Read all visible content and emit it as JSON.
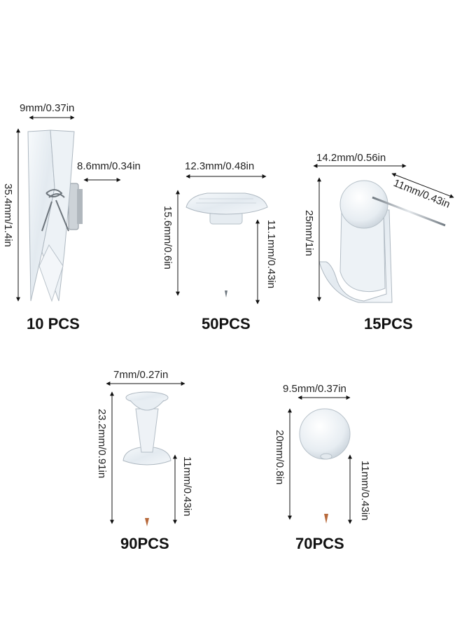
{
  "items": [
    {
      "icon": "clip-pin-icon",
      "count": "10 PCS",
      "width_label": "9mm/0.37in",
      "height_label": "35.4mm/1.4in",
      "pin_label": "8.6mm/0.34in"
    },
    {
      "icon": "flat-head-pin-icon",
      "count": "50PCS",
      "width_label": "12.3mm/0.48in",
      "height_label": "15.6mm/0.6in",
      "pin_label": "11.1mm/0.43in"
    },
    {
      "icon": "hook-pin-icon",
      "count": "15PCS",
      "width_label": "14.2mm/0.56in",
      "height_label": "25mm/1in",
      "pin_label": "11mm/0.43in"
    },
    {
      "icon": "push-pin-icon",
      "count": "90PCS",
      "width_label": "7mm/0.27in",
      "height_label": "23.2mm/0.91in",
      "pin_label": "11mm/0.43in"
    },
    {
      "icon": "round-head-pin-icon",
      "count": "70PCS",
      "width_label": "9.5mm/0.37in",
      "height_label": "20mm/0.8in",
      "pin_label": "11mm/0.43in"
    }
  ],
  "colors": {
    "plastic": "#e6edf3",
    "plastic_edge": "#b9c3cc",
    "steel": "#9aa3ab",
    "copper": "#d08a5e",
    "line": "#111111"
  }
}
